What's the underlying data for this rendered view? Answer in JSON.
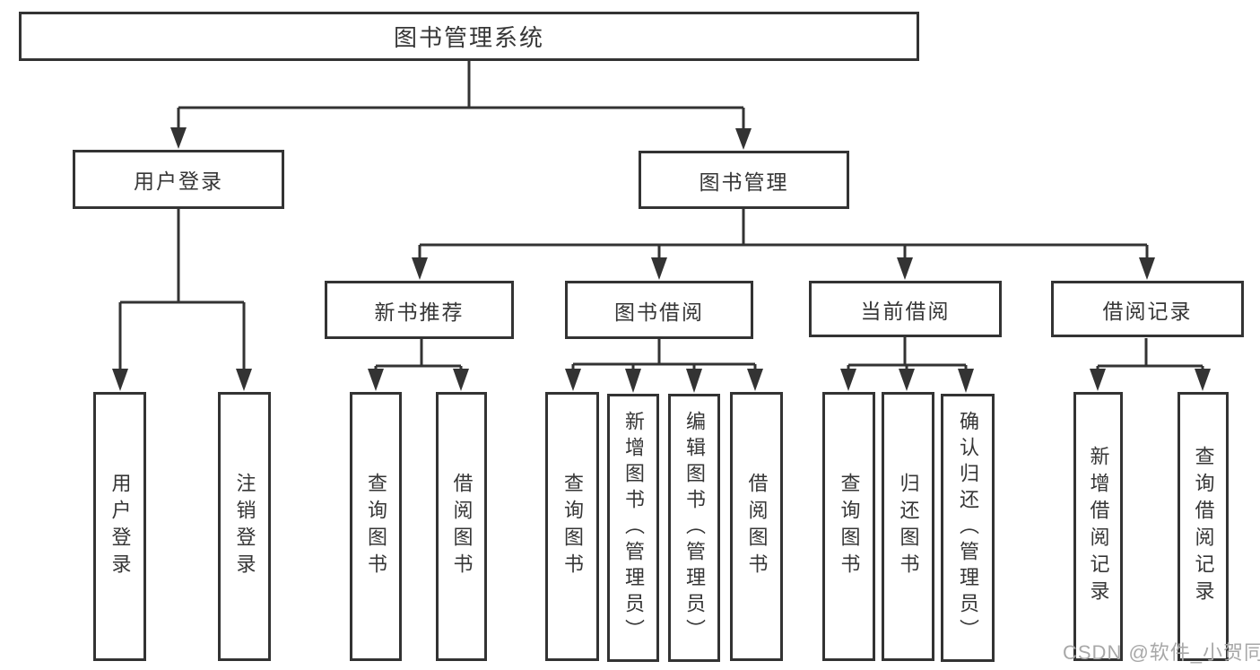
{
  "diagram": {
    "type": "hierarchy-tree",
    "colors": {
      "background": "#ffffff",
      "line": "#333333",
      "box_border": "#333333",
      "text": "#363636",
      "watermark": "#a8a8a8"
    },
    "tree": {
      "root": {
        "label": "图书管理系统",
        "children": [
          {
            "label": "用户登录",
            "children": [
              {
                "label": "用户登录"
              },
              {
                "label": "注销登录"
              }
            ]
          },
          {
            "label": "图书管理",
            "children": [
              {
                "label": "新书推荐",
                "children": [
                  {
                    "label": "查询图书"
                  },
                  {
                    "label": "借阅图书"
                  }
                ]
              },
              {
                "label": "图书借阅",
                "children": [
                  {
                    "label": "查询图书"
                  },
                  {
                    "label": "新增图书（管理员）"
                  },
                  {
                    "label": "编辑图书（管理员）"
                  },
                  {
                    "label": "借阅图书"
                  }
                ]
              },
              {
                "label": "当前借阅",
                "children": [
                  {
                    "label": "查询图书"
                  },
                  {
                    "label": "归还图书"
                  },
                  {
                    "label": "确认归还（管理员）"
                  }
                ]
              },
              {
                "label": "借阅记录",
                "children": [
                  {
                    "label": "新增借阅记录"
                  },
                  {
                    "label": "查询借阅记录"
                  }
                ]
              }
            ]
          }
        ]
      }
    },
    "watermark": {
      "text": "CSDN @软件_小贺同学"
    }
  }
}
